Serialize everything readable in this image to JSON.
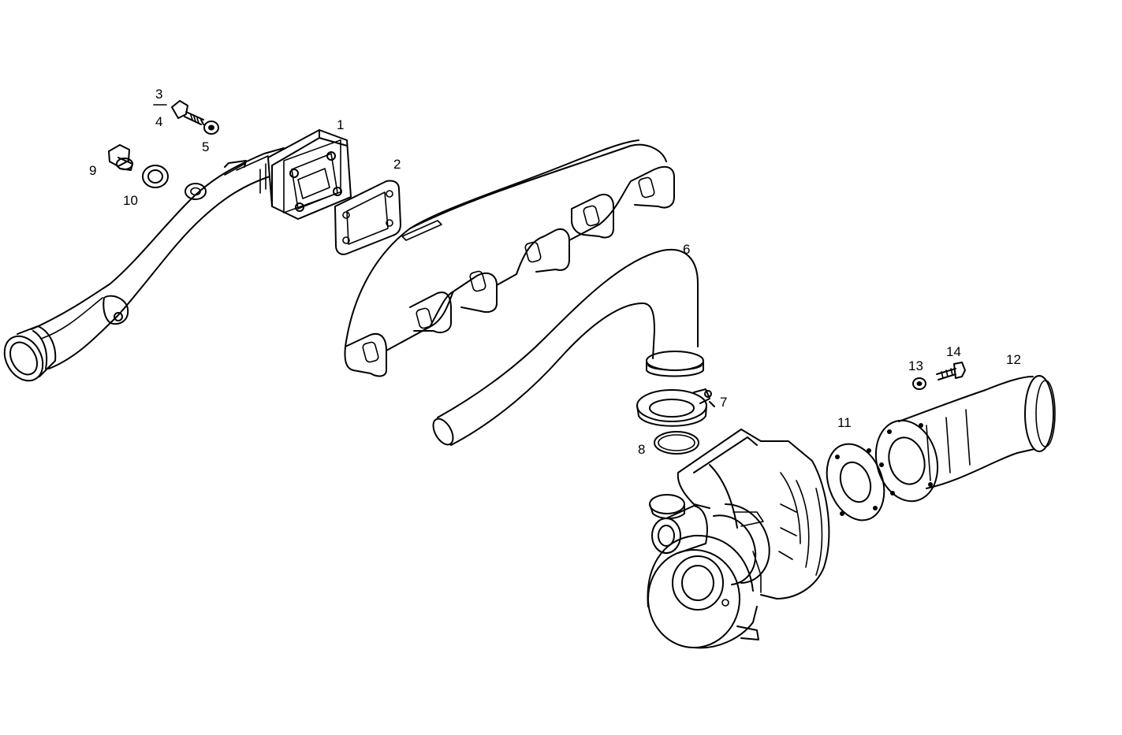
{
  "parts": [
    {
      "id": "exhaust-elbow",
      "number": "1"
    },
    {
      "id": "flange-gasket",
      "number": "2"
    },
    {
      "id": "bolt-a",
      "number": "3"
    },
    {
      "id": "bolt-b",
      "number": "4"
    },
    {
      "id": "washer",
      "number": "5"
    },
    {
      "id": "pipe",
      "number": "6"
    },
    {
      "id": "clamp",
      "number": "7"
    },
    {
      "id": "o-ring",
      "number": "8"
    },
    {
      "id": "plug",
      "number": "9"
    },
    {
      "id": "seal-ring",
      "number": "10"
    },
    {
      "id": "outlet-gasket",
      "number": "11"
    },
    {
      "id": "outlet-elbow",
      "number": "12"
    },
    {
      "id": "outlet-washer",
      "number": "13"
    },
    {
      "id": "outlet-screw",
      "number": "14"
    }
  ]
}
